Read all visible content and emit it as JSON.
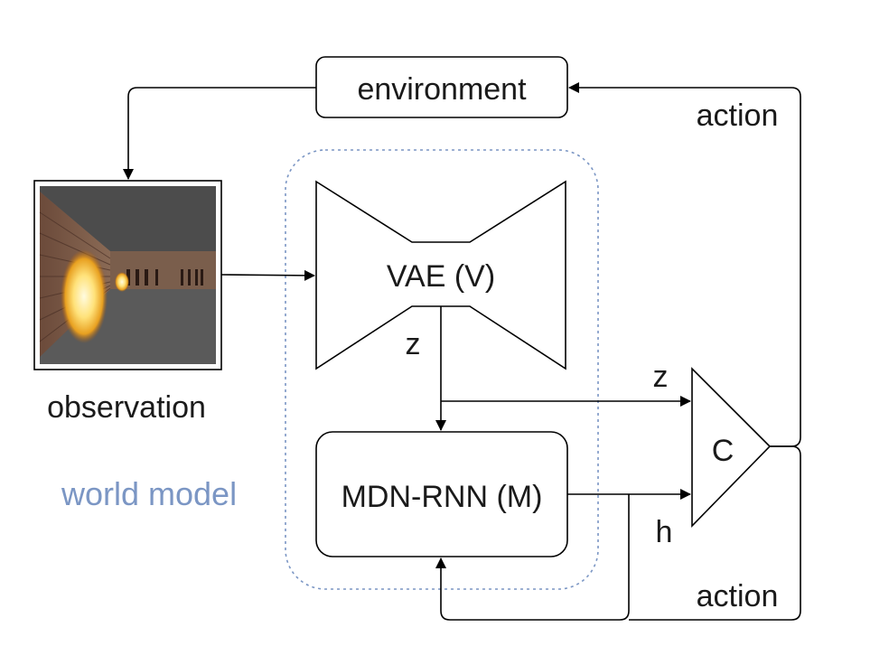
{
  "nodes": {
    "environment": "environment",
    "vae": "VAE (V)",
    "mdn_rnn": "MDN-RNN (M)",
    "controller": "C",
    "observation": "observation"
  },
  "group": {
    "label": "world model",
    "color": "#7b96c4"
  },
  "edges": {
    "action_top": "action",
    "action_bottom": "action",
    "z_from_vae": "z",
    "z_to_c": "z",
    "h_to_c": "h"
  }
}
